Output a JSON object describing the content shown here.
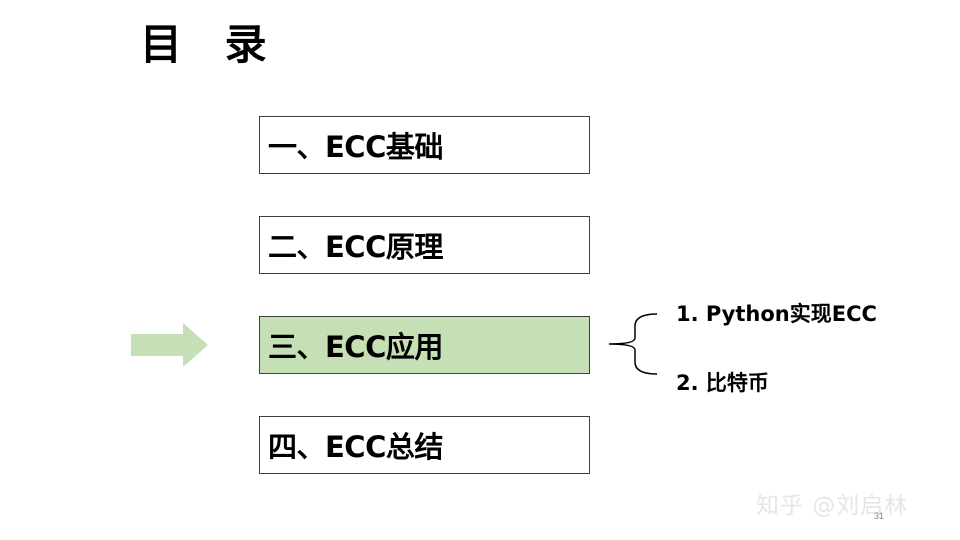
{
  "title": "目 录",
  "toc": [
    {
      "label": "一、ECC基础"
    },
    {
      "label": "二、ECC原理"
    },
    {
      "label": "三、ECC应用"
    },
    {
      "label": "四、ECC总结"
    }
  ],
  "subitems": [
    {
      "label": "1. Python实现ECC"
    },
    {
      "label": "2. 比特币"
    }
  ],
  "watermark": "知乎 @刘启林",
  "page_number": "31",
  "colors": {
    "active_box": "#c5e0b4",
    "arrow": "#c5e0b4",
    "border": "#404040"
  },
  "icons": {
    "current_indicator": "right-arrow-icon",
    "group": "left-brace-icon"
  }
}
